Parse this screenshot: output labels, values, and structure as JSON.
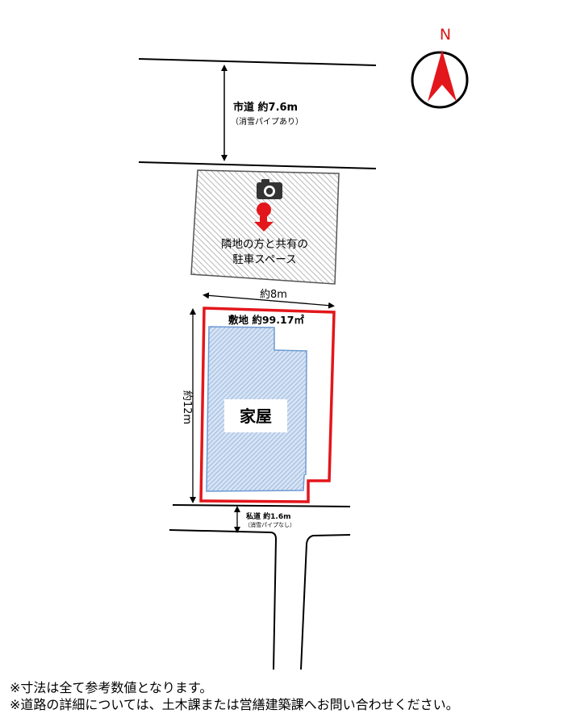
{
  "compass": {
    "label": "N"
  },
  "city_road": {
    "title": "市道 約7.6m",
    "note": "（消雪パイプあり）"
  },
  "parking": {
    "line1": "隣地の方と共有の",
    "line2": "駐車スペース"
  },
  "site": {
    "width_label": "約8m",
    "depth_label": "約12m",
    "area_label": "敷地 約99.17㎡",
    "house_label": "家屋"
  },
  "private_road": {
    "title": "私道 約1.6m",
    "note": "（消雪パイプなし）"
  },
  "notes": [
    "※寸法は全て参考数値となります。",
    "※道路の詳細については、土木課または営繕建築課へお問い合わせください。"
  ],
  "colors": {
    "boundary": "#e3161b",
    "house_fill": "#bcd0ea",
    "house_stroke": "#6f9bd3",
    "arrow": "#e3161b"
  },
  "icons": [
    "camera-icon",
    "compass-arrow-icon",
    "view-direction-arrow-icon"
  ]
}
